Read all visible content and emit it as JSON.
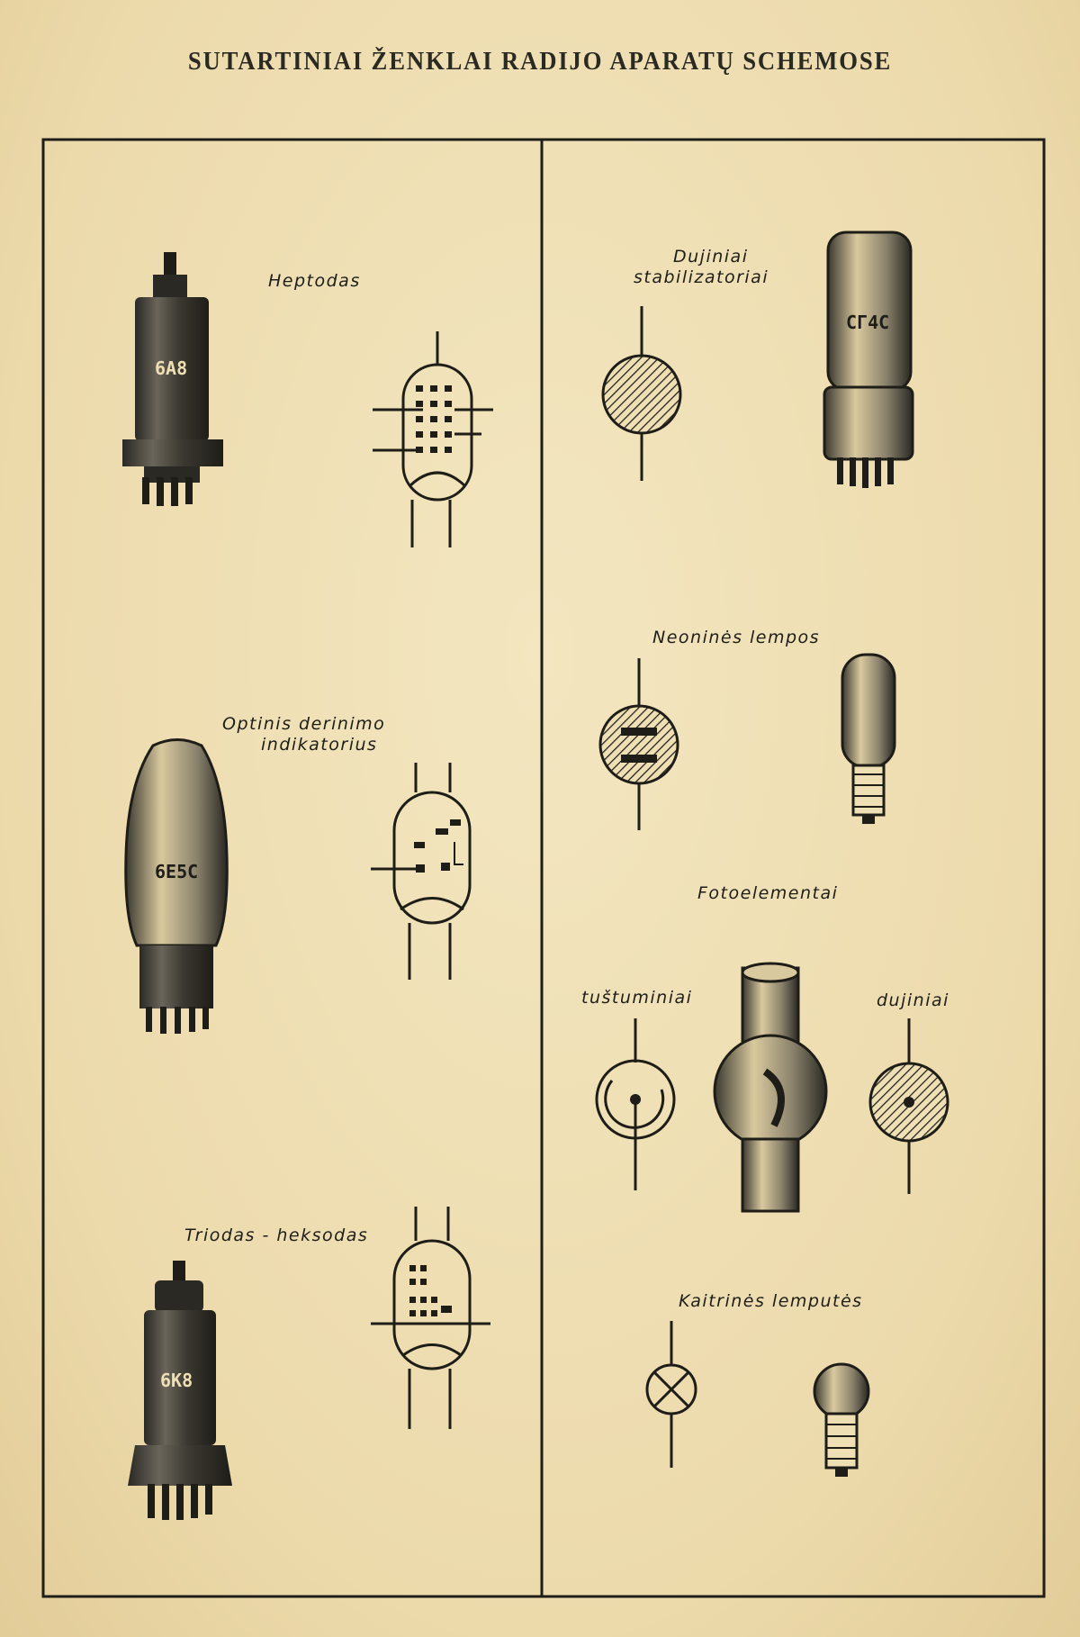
{
  "title": "SUTARTINIAI ŽENKLAI RADIJO APARATŲ SCHEMOSE",
  "left_column": {
    "heptode": {
      "label": "Heptodas",
      "tube_marking": "6A8"
    },
    "tuning_indicator": {
      "label_line1": "Optinis derinimo",
      "label_line2": "indikatorius",
      "tube_marking": "6E5C"
    },
    "triode_hexode": {
      "label": "Triodas - heksodas",
      "tube_marking": "6K8"
    }
  },
  "right_column": {
    "gas_stabilizers": {
      "label_line1": "Dujiniai",
      "label_line2": "stabilizatoriai",
      "tube_marking": "СГ4С"
    },
    "neon_lamps": {
      "label": "Neoninės lempos"
    },
    "photocells": {
      "label": "Fotoelementai",
      "vacuum_label": "tuštuminiai",
      "gas_label": "dujiniai"
    },
    "incandescent_bulbs": {
      "label": "Kaitrinės lemputės"
    }
  },
  "colors": {
    "paper": "#efdfb4",
    "ink": "#1e1d18"
  }
}
